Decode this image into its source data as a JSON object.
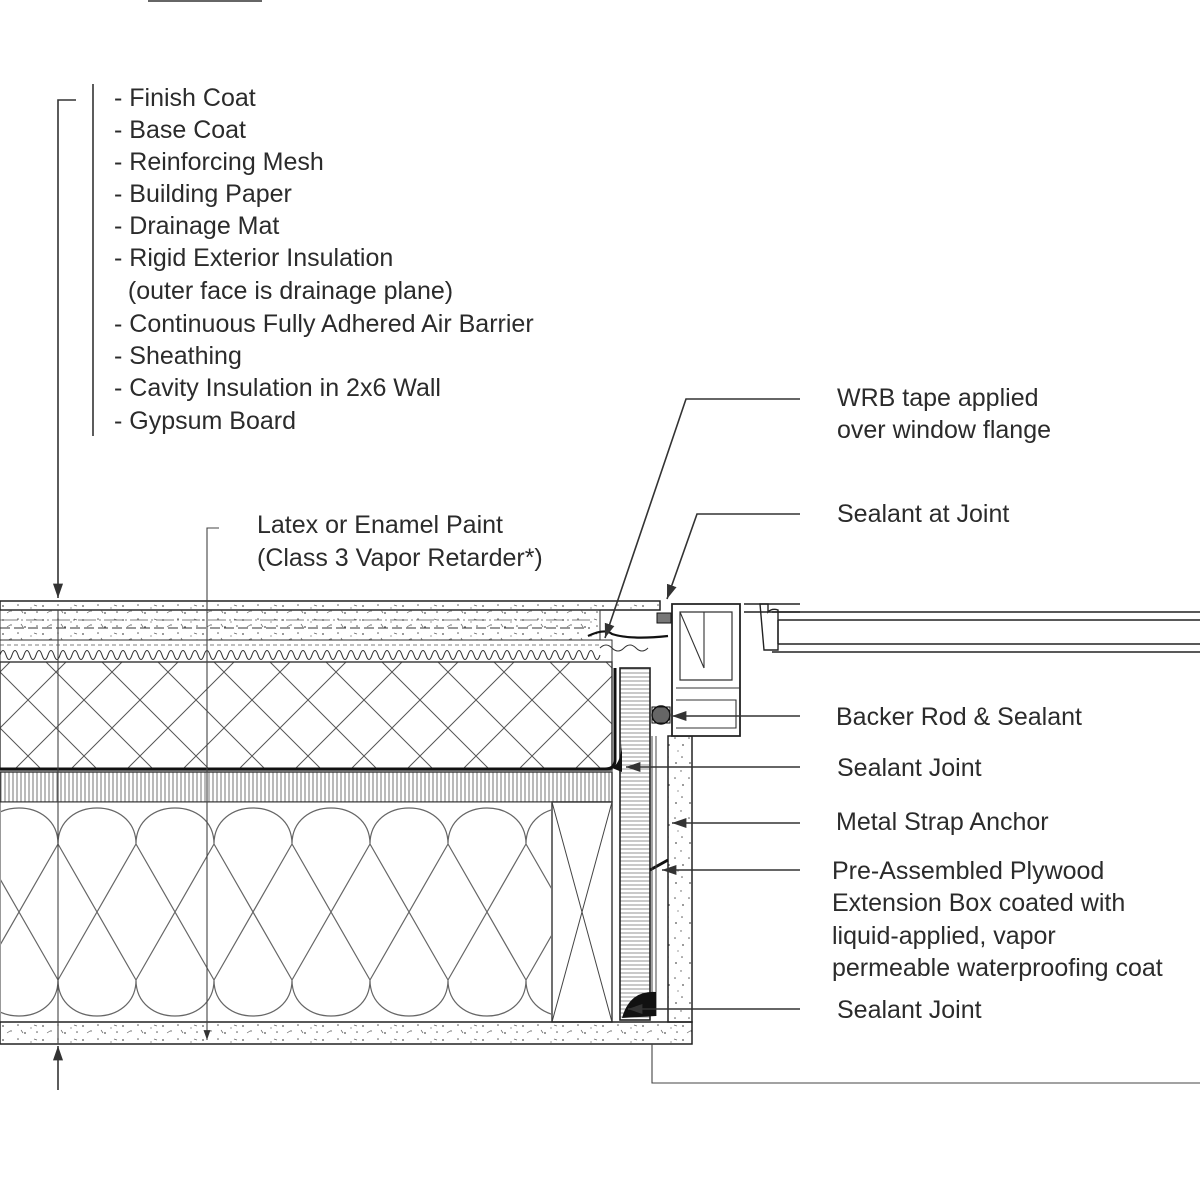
{
  "layers_list": [
    "- Finish Coat",
    "- Base Coat",
    "- Reinforcing Mesh",
    "- Building Paper",
    "- Drainage Mat",
    "- Rigid Exterior Insulation",
    "  (outer face is drainage plane)",
    "- Continuous Fully Adhered Air Barrier",
    "- Sheathing",
    "- Cavity Insulation in 2x6 Wall",
    "- Gypsum Board"
  ],
  "paint_callout": {
    "line1": "Latex or Enamel Paint",
    "line2": "(Class 3 Vapor Retarder*)"
  },
  "callouts": {
    "wrb_tape": [
      "WRB tape applied",
      "over window flange"
    ],
    "sealant_at_joint": "Sealant at Joint",
    "backer_rod": "Backer Rod & Sealant",
    "sealant_joint_upper": "Sealant Joint",
    "metal_strap": "Metal Strap Anchor",
    "extension_box": [
      "Pre-Assembled Plywood",
      "Extension Box coated with",
      "liquid-applied, vapor",
      "permeable waterproofing coat"
    ],
    "sealant_joint_lower": "Sealant Joint"
  }
}
